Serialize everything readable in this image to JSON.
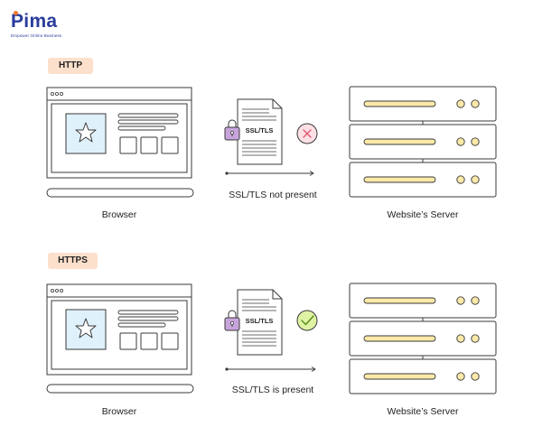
{
  "brand": {
    "name": "Pima",
    "tagline": "Empower Online Business"
  },
  "sections": [
    {
      "badge": "HTTP",
      "doc_label": "SSL/TLS",
      "caption": "SSL/TLS not present",
      "status_icon": "cross-icon",
      "browser_label": "Browser",
      "server_label": "Website’s Server"
    },
    {
      "badge": "HTTPS",
      "doc_label": "SSL/TLS",
      "caption": "SSL/TLS is present",
      "status_icon": "check-icon",
      "browser_label": "Browser",
      "server_label": "Website’s Server"
    }
  ],
  "colors": {
    "outline": "#3a3a3a",
    "badge_bg": "#fde0cc",
    "screen_tile": "#dff1fb",
    "bar_fill": "#fbe9a8",
    "lock": "#c8a4dc",
    "cross_bg": "#fde0e6",
    "cross": "#e0566e",
    "check_bg": "#dff3a4",
    "check": "#5a8a1a",
    "brand": "#2a3c9b",
    "brand_accent": "#f07a2c"
  }
}
